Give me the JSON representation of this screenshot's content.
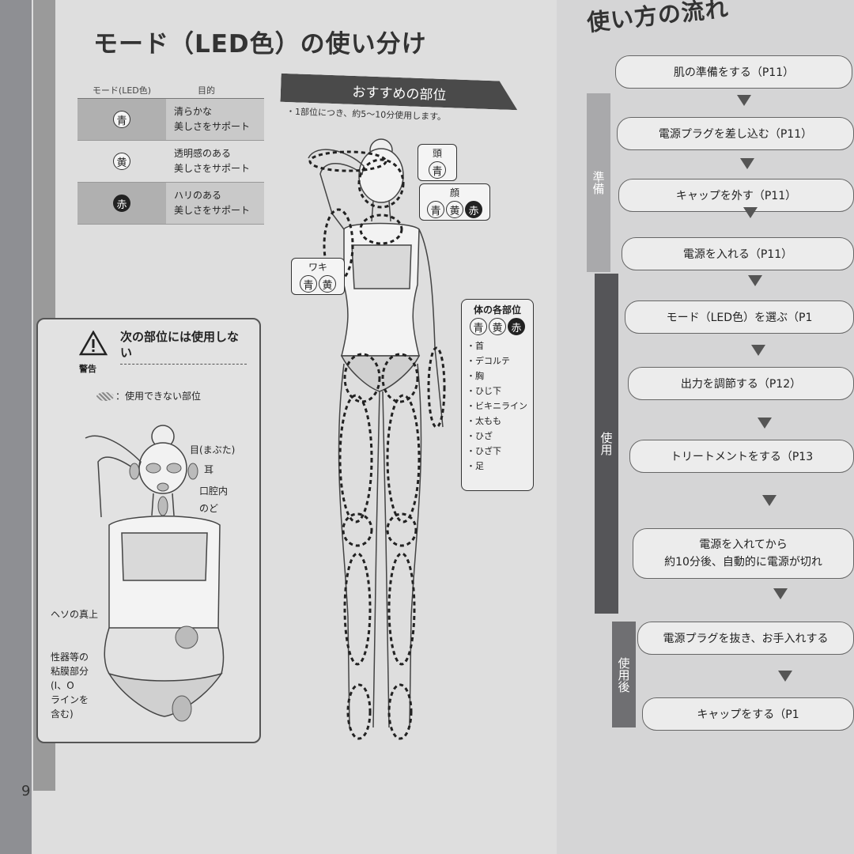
{
  "left_page": {
    "title": "モード（LED色）の使い分け",
    "page_number": "9",
    "mode_table": {
      "headers": [
        "モード(LED色)",
        "目的"
      ],
      "rows": [
        {
          "color": "青",
          "purpose_line1": "清らかな",
          "purpose_line2": "美しさをサポート"
        },
        {
          "color": "黄",
          "purpose_line1": "透明感のある",
          "purpose_line2": "美しさをサポート"
        },
        {
          "color": "赤",
          "purpose_line1": "ハリのある",
          "purpose_line2": "美しさをサポート"
        }
      ]
    },
    "recommended": {
      "header": "おすすめの部位",
      "note": "・1部位につき、約5〜10分使用します。",
      "head_label": "頭",
      "head_modes": [
        "青"
      ],
      "face_label": "顔",
      "face_modes": [
        "青",
        "黄",
        "赤"
      ],
      "armpit_label": "ワキ",
      "armpit_modes": [
        "青",
        "黄"
      ],
      "body_parts_title": "体の各部位",
      "body_parts_modes": [
        "青",
        "黄",
        "赤"
      ],
      "body_parts": [
        "首",
        "デコルテ",
        "胸",
        "ひじ下",
        "ビキニライン",
        "太もも",
        "ひざ",
        "ひざ下",
        "足"
      ]
    },
    "warning": {
      "label": "警告",
      "title": "次の部位には使用しない",
      "legend": "：使用できない部位",
      "labels": {
        "eyes": "目(まぶた)",
        "ears": "耳",
        "mouth": "口腔内",
        "throat": "のど",
        "navel": "ヘソの真上",
        "genital_1": "性器等の",
        "genital_2": "粘膜部分",
        "genital_3": "(I、O",
        "genital_4": "ラインを",
        "genital_5": "含む)"
      }
    }
  },
  "right_page": {
    "title": "使い方の流れ",
    "phases": [
      {
        "label": "準備",
        "color": "#a9a9ab"
      },
      {
        "label": "使用",
        "color": "#555558"
      },
      {
        "label": "使用後",
        "color": "#6f6f72"
      }
    ],
    "steps": [
      "肌の準備をする（P11）",
      "電源プラグを差し込む（P11）",
      "キャップを外す（P11）",
      "電源を入れる（P11）",
      "モード（LED色）を選ぶ（P1",
      "出力を調節する（P12）",
      "トリートメントをする（P13",
      "電源を入れてから",
      "約10分後、自動的に電源が切れ",
      "電源プラグを抜き、お手入れする",
      "キャップをする（P1"
    ]
  }
}
